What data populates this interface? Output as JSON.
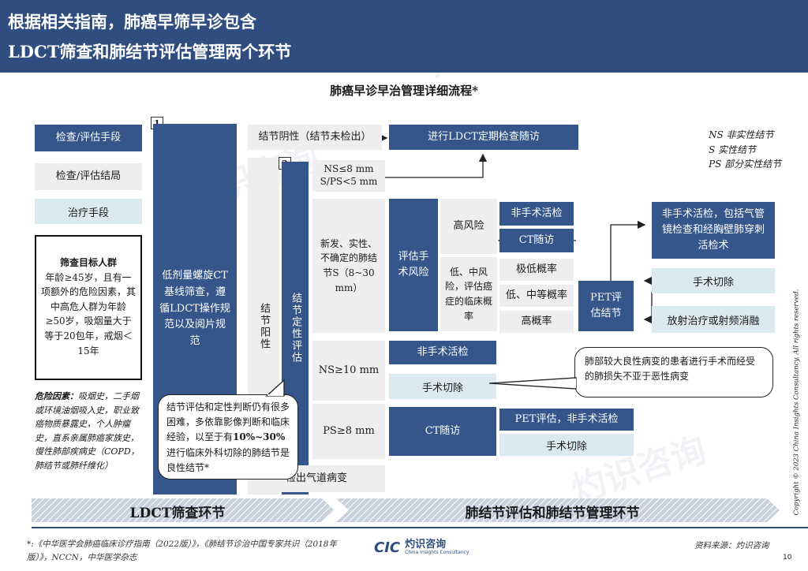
{
  "header": {
    "line1": "根据相关指南，肺癌早筛早诊包含",
    "line2": "LDCT筛查和肺结节评估管理两个环节"
  },
  "flow_title": "肺癌早诊早治管理详细流程*",
  "legend_left": {
    "dark": "检查/评估手段",
    "grey": "检查/评估结局",
    "light": "治疗手段"
  },
  "target": {
    "title": "筛查目标人群",
    "body": "年龄≥45岁，且有一项额外的危险因素，其中高危人群为年龄≥50岁，吸烟量大于等于20包年，戒烟＜15年"
  },
  "risk": {
    "label": "危险因素：",
    "body": "吸烟史，二手烟或环境油烟吸入史，职业致癌物质暴露史，个人肿瘤史，直系亲属肺癌家族史，慢性肺部疾病史（COPD，肺结节或肺纤维化）"
  },
  "step1_num": "1",
  "step2_num": "2",
  "ldct_box": "低剂量螺旋CT基线筛查，遵循LDCT操作规范以及阅片规范",
  "negative": "结节阴性（结节未检出）",
  "ldct_followup": "进行LDCT定期检查随访",
  "positive_vertical": "结节阳性",
  "qualitative_vertical": "结节定性评估",
  "ns8": "NS≤8 mm\nS/PS<5 mm",
  "solid_nodule": "新发、实性、不确定的肺结节S（8~30 mm）",
  "ns10": "NS≥10 mm",
  "ps8": "PS≥8 mm",
  "airway": "检出气道病变",
  "surgical_risk": "评估手术风险",
  "high_risk": "高风险",
  "low_mid_risk": "低、中风险，评估癌症的临床概率",
  "nonsurg_biopsy1": "非手术活检",
  "ct_followup1": "CT随访",
  "very_low": "极低概率",
  "low_mid_prob": "低、中等概率",
  "high_prob": "高概率",
  "pet_eval": "PET评估结节",
  "nonsurg_biopsy_full": "非手术活检，包括气管镜检查和经胸壁肺穿刺活检术",
  "resection1": "手术切除",
  "radiotherapy": "放射治疗或射频消融",
  "nonsurg_biopsy2": "非手术活检",
  "resection2": "手术切除",
  "ct_followup2": "CT随访",
  "pet_nonsurg": "PET评估，非手术活检",
  "resection3": "手术切除",
  "callout_right": "肺部较大良性病变的患者进行手术而经受的肺损失不亚于恶性病变",
  "callout_left_a": "结节评估和定性判断仍有很多困难，多依靠影像判断和临床经验，以至于有",
  "callout_left_b": "10%~30%",
  "callout_left_c": "进行临床外科切除的肺结节是良性结节*",
  "legend_right": [
    "NS 非实性结节",
    "S 实性结节",
    "PS 部分实性结节"
  ],
  "banner_left": "LDCT筛查环节",
  "banner_right": "肺结节评估和肺结节管理环节",
  "footnote": "*:《中华医学会肺癌临床诊疗指南（2022版）》，《肺结节诊治中国专家共识（2018年版）》，NCCN，中华医学杂志",
  "logo_mark": "CIC",
  "logo_cn": "灼识咨询",
  "logo_en": "China Insights Consultancy",
  "source": "资料来源：灼识咨询",
  "copyright": "Copyright © 2023 China Insights Consultancy. All rights reserved.",
  "page_number": "10",
  "colors": {
    "header": "#2f4d7e",
    "dark_box": "#34568b",
    "grey_box": "#eeeeee",
    "light_box": "#dbe9f1"
  }
}
